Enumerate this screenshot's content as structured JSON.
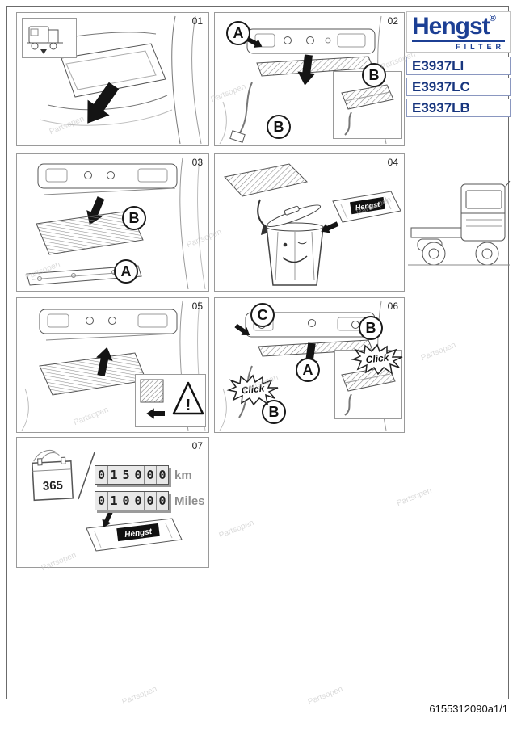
{
  "brand": {
    "name": "Hengst",
    "registered_mark": "®",
    "subtitle": "FILTER",
    "blue": "#1c3f94"
  },
  "part_numbers": [
    "E3937LI",
    "E3937LC",
    "E3937LB"
  ],
  "panels": {
    "p01": {
      "number": "01"
    },
    "p02": {
      "number": "02",
      "label_a": "A",
      "label_b_right": "B",
      "label_b_bottom": "B"
    },
    "p03": {
      "number": "03",
      "label_b": "B",
      "label_a": "A"
    },
    "p04": {
      "number": "04",
      "product_label": "Hengst"
    },
    "p05": {
      "number": "05",
      "warning_mark": "!"
    },
    "p06": {
      "number": "06",
      "label_c": "C",
      "label_b_top": "B",
      "label_a": "A",
      "label_b_bottom": "B",
      "click_left": "Click",
      "click_right": "Click"
    },
    "p07": {
      "number": "07",
      "calendar_days": "365",
      "km_digits": [
        "0",
        "1",
        "5",
        "0",
        "0",
        "0"
      ],
      "km_unit": "km",
      "miles_digits": [
        "0",
        "1",
        "0",
        "0",
        "0",
        "0"
      ],
      "miles_unit": "Miles",
      "product_label": "Hengst"
    }
  },
  "footer": {
    "document_code": "6155312090a1/1"
  },
  "watermark": {
    "text": "Partsopen"
  }
}
